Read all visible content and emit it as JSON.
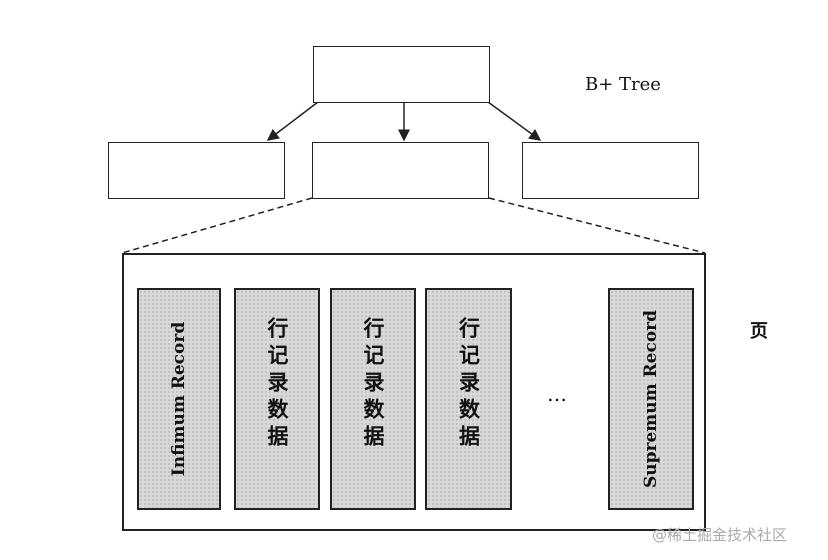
{
  "title": "B+ Tree",
  "page_label": "页",
  "records": [
    {
      "label": "Infimum Record",
      "type": "system"
    },
    {
      "label": "行记录数据",
      "type": "row"
    },
    {
      "label": "行记录数据",
      "type": "row"
    },
    {
      "label": "行记录数据",
      "type": "row"
    },
    {
      "label": "Supremum Record",
      "type": "system"
    }
  ],
  "ellipsis": "…",
  "watermark": "@稀土掘金技术社区"
}
